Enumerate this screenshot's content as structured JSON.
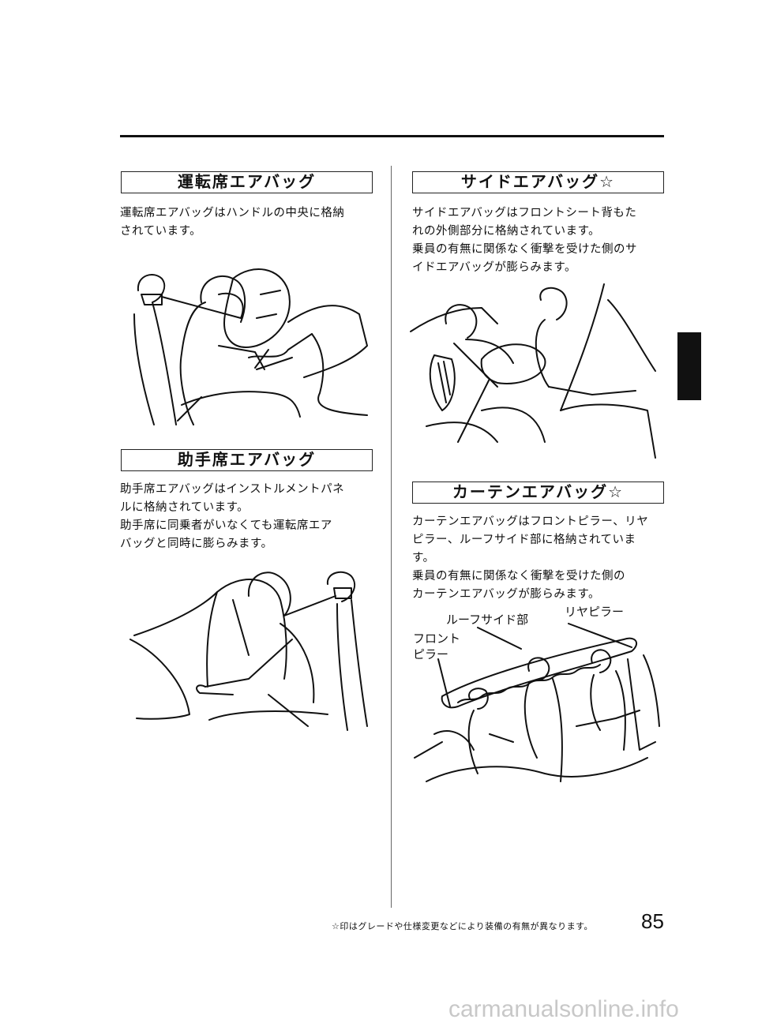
{
  "sections": {
    "driver": {
      "title": "運転席エアバッグ",
      "lines": [
        "運転席エアバッグはハンドルの中央に格納",
        "されています。"
      ]
    },
    "passenger": {
      "title": "助手席エアバッグ",
      "lines": [
        "助手席エアバッグはインストルメントパネ",
        "ルに格納されています。",
        "助手席に同乗者がいなくても運転席エア",
        "バッグと同時に膨らみます。"
      ]
    },
    "side": {
      "title": "サイドエアバッグ☆",
      "lines": [
        "サイドエアバッグはフロントシート背もた",
        "れの外側部分に格納されています。",
        "乗員の有無に関係なく衝撃を受けた側のサ",
        "イドエアバッグが膨らみます。"
      ]
    },
    "curtain": {
      "title": "カーテンエアバッグ☆",
      "lines": [
        "カーテンエアバッグはフロントピラー、リヤ",
        "ピラー、ルーフサイド部に格納されていま",
        "す。",
        "乗員の有無に関係なく衝撃を受けた側の",
        "カーテンエアバッグが膨らみます。"
      ],
      "callouts": {
        "roof_side": "ルーフサイド部",
        "rear_pillar": "リヤピラー",
        "front_pillar_1": "フロント",
        "front_pillar_2": "ピラー"
      }
    }
  },
  "footer": {
    "note": "☆印はグレードや仕様変更などにより装備の有無が異なります。",
    "page_number": "85"
  },
  "watermark": "carmanualsonline.info"
}
